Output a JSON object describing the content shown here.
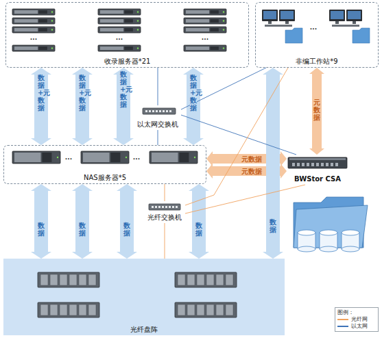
{
  "diagram": {
    "nodes": [
      {
        "text": [
          "收录服务器*21"
        ]
      },
      {
        "text": [
          "非编工作站*9"
        ]
      },
      {
        "text": [
          "以太网交换机"
        ]
      },
      {
        "text": [
          "NAS服务器*5"
        ]
      },
      {
        "text": [
          "BWStor CSA"
        ]
      },
      {
        "text": [
          "光纤交换机"
        ]
      },
      {
        "text": [
          "光纤盘阵"
        ]
      }
    ],
    "edges": [
      {
        "from": 0,
        "to": 3,
        "label": "数据+元数据",
        "arrow": "both"
      },
      {
        "from": 0,
        "to": 3,
        "label": "数据+元数据",
        "arrow": "both"
      },
      {
        "from": 0,
        "to": 3,
        "label": "数据+元数据",
        "arrow": "both"
      },
      {
        "from": 0,
        "to": 3,
        "label": "数据+元数据",
        "arrow": "both"
      },
      {
        "from": 3,
        "to": 6,
        "label": "数据",
        "arrow": "both"
      },
      {
        "from": 3,
        "to": 6,
        "label": "数据",
        "arrow": "both"
      },
      {
        "from": 3,
        "to": 6,
        "label": "数据",
        "arrow": "both"
      },
      {
        "from": 3,
        "to": 6,
        "label": "数据",
        "arrow": "both"
      },
      {
        "from": 3,
        "to": 4,
        "label": "元数据",
        "arrow": "both"
      },
      {
        "from": 3,
        "to": 4,
        "label": "元数据",
        "arrow": "both"
      },
      {
        "from": 1,
        "to": 4,
        "label": "元数据",
        "arrow": "both"
      },
      {
        "from": 1,
        "to": 6,
        "label": "数据",
        "arrow": "both"
      },
      {
        "from": 2,
        "to": 0,
        "arrow": "none"
      },
      {
        "from": 2,
        "to": 1,
        "arrow": "none"
      },
      {
        "from": 2,
        "to": 3,
        "arrow": "none"
      },
      {
        "from": 2,
        "to": 4,
        "arrow": "none"
      },
      {
        "from": 5,
        "to": 3,
        "arrow": "none"
      },
      {
        "from": 5,
        "to": 1,
        "arrow": "none"
      },
      {
        "from": 5,
        "to": 4,
        "arrow": "none"
      },
      {
        "from": 5,
        "to": 6,
        "arrow": "none"
      }
    ],
    "labels": [
      "...",
      "...",
      "...",
      "...",
      "...",
      "...",
      "图例："
    ],
    "legend": [
      {
        "text": "光纤网"
      },
      {
        "text": "以太网"
      }
    ]
  }
}
